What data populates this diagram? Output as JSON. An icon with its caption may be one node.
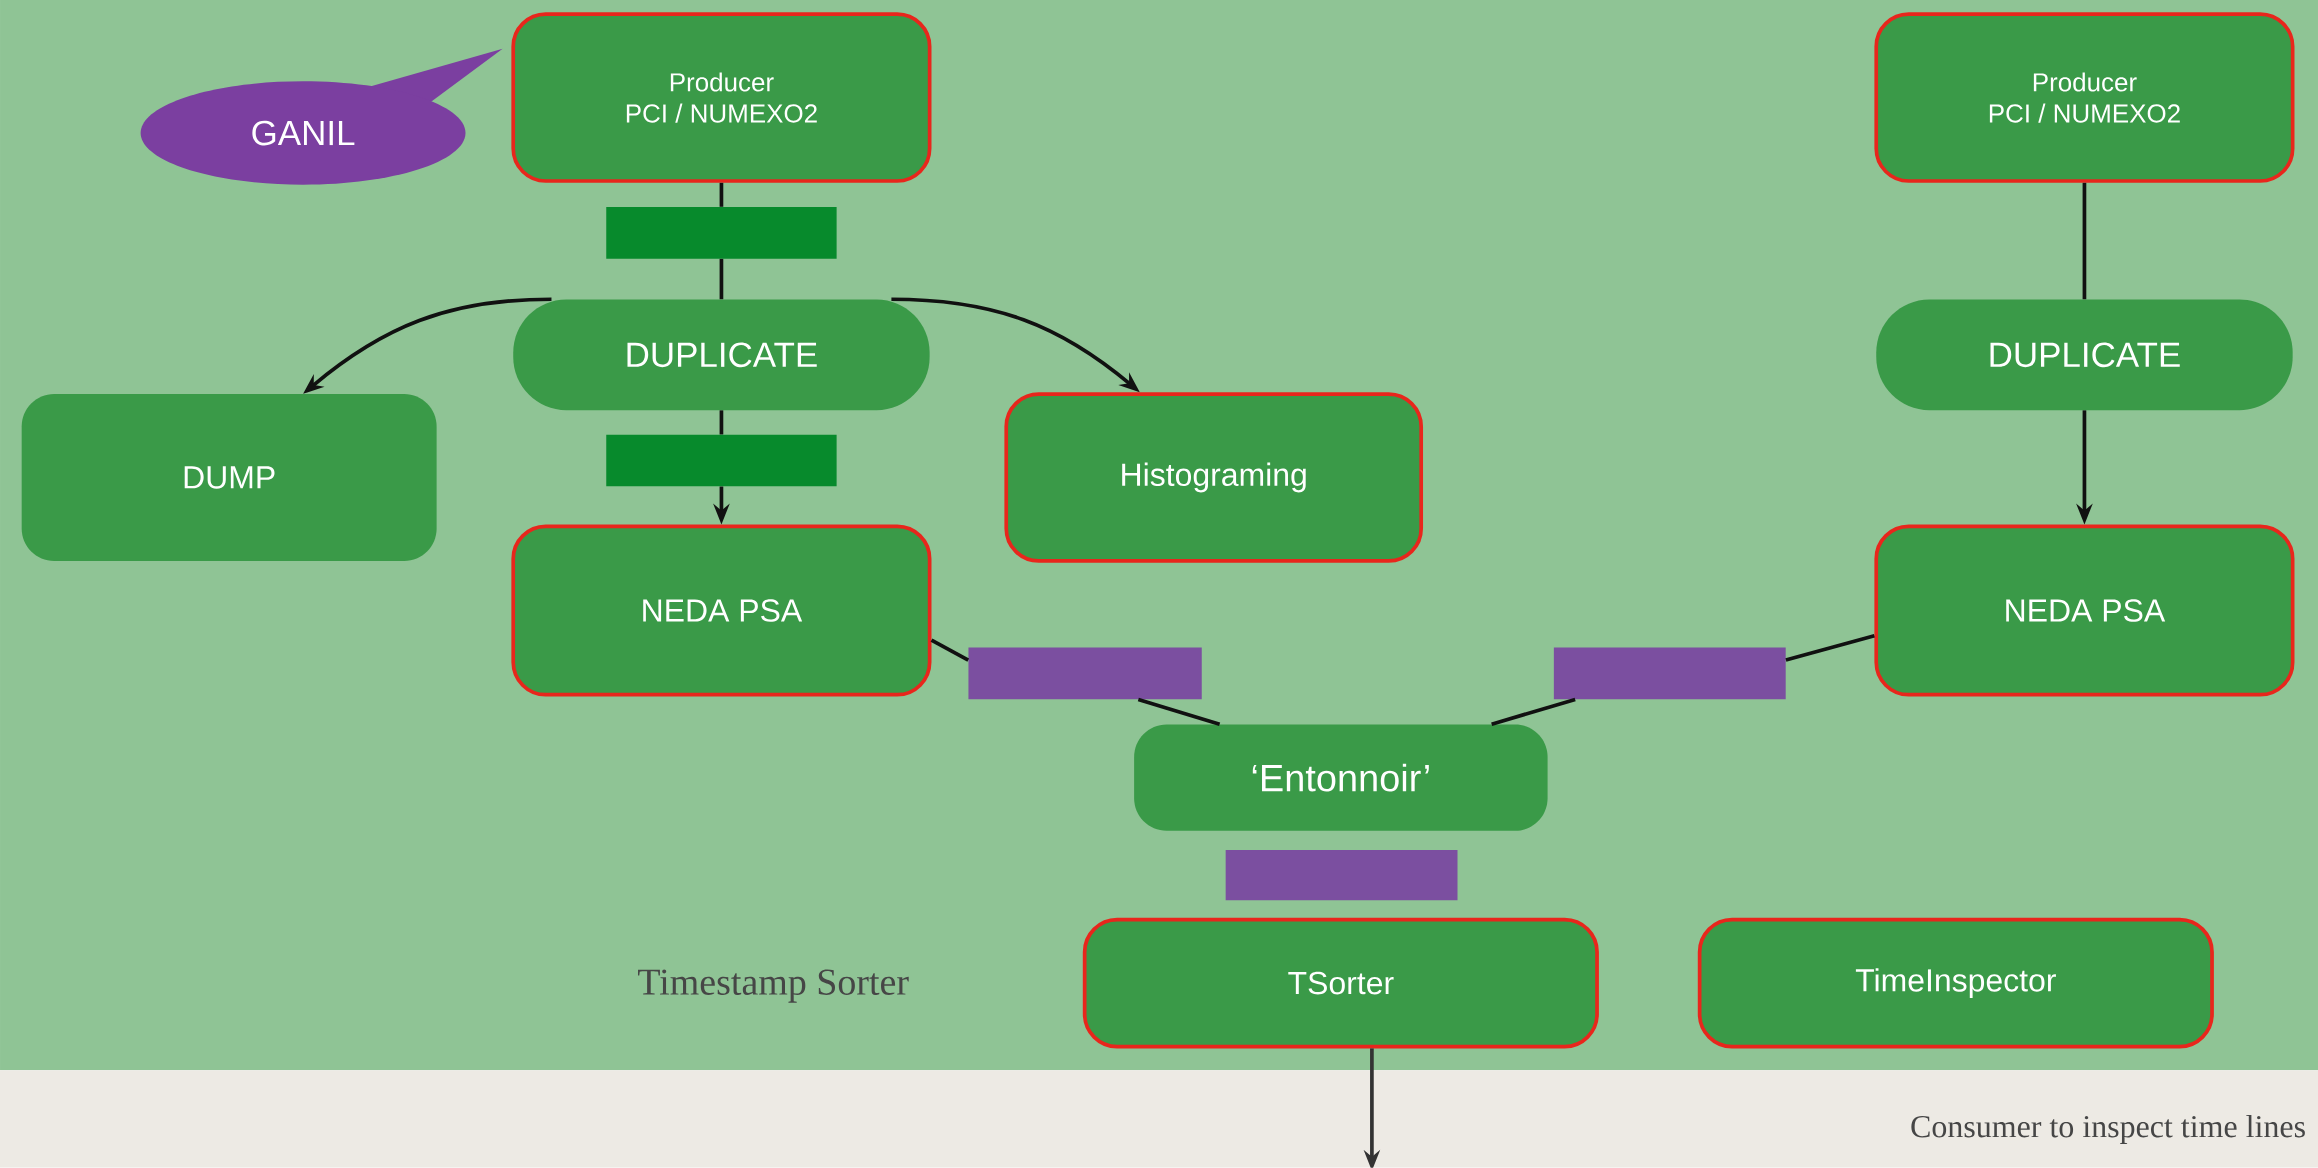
{
  "diagram": {
    "nodes": [
      {
        "text": [
          "Producer",
          "PCI / NUMEXO2"
        ]
      },
      {
        "text": [
          "GANIL"
        ]
      },
      {
        "text": [
          "DUPLICATE"
        ]
      },
      {
        "text": [
          "DUMP"
        ]
      },
      {
        "text": [
          "Histograming"
        ]
      },
      {
        "text": [
          "NEDA PSA"
        ]
      },
      {
        "text": [
          "Producer",
          "PCI / NUMEXO2"
        ]
      },
      {
        "text": [
          "DUPLICATE"
        ]
      },
      {
        "text": [
          "NEDA PSA"
        ]
      },
      {
        "text": [
          "‘Entonnoir’"
        ]
      },
      {
        "text": [
          "TSorter"
        ]
      },
      {
        "text": [
          "TimeInspector"
        ]
      },
      {
        "text": [],
        "shape": "bar"
      },
      {
        "text": [],
        "shape": "bar"
      },
      {
        "text": [],
        "shape": "bar"
      },
      {
        "text": [],
        "shape": "bar"
      },
      {
        "text": [],
        "shape": "bar"
      }
    ],
    "edges": [
      {
        "from": 0,
        "to": 12,
        "arrow": "none"
      },
      {
        "from": 12,
        "to": 2,
        "arrow": "none"
      },
      {
        "from": 2,
        "to": 3,
        "arrow": "to"
      },
      {
        "from": 2,
        "to": 4,
        "arrow": "to"
      },
      {
        "from": 2,
        "to": 13,
        "arrow": "none"
      },
      {
        "from": 13,
        "to": 5,
        "arrow": "to"
      },
      {
        "from": 6,
        "to": 7,
        "arrow": "none"
      },
      {
        "from": 7,
        "to": 8,
        "arrow": "to"
      },
      {
        "from": 5,
        "to": 14,
        "arrow": "none"
      },
      {
        "from": 14,
        "to": 9,
        "arrow": "none"
      },
      {
        "from": 8,
        "to": 15,
        "arrow": "none"
      },
      {
        "from": 15,
        "to": 9,
        "arrow": "none"
      },
      {
        "from": 10,
        "to": null,
        "arrow": "to",
        "color": "#333333"
      }
    ],
    "labels": [
      "Timestamp Sorter",
      "Consumer to inspect time lines"
    ]
  }
}
